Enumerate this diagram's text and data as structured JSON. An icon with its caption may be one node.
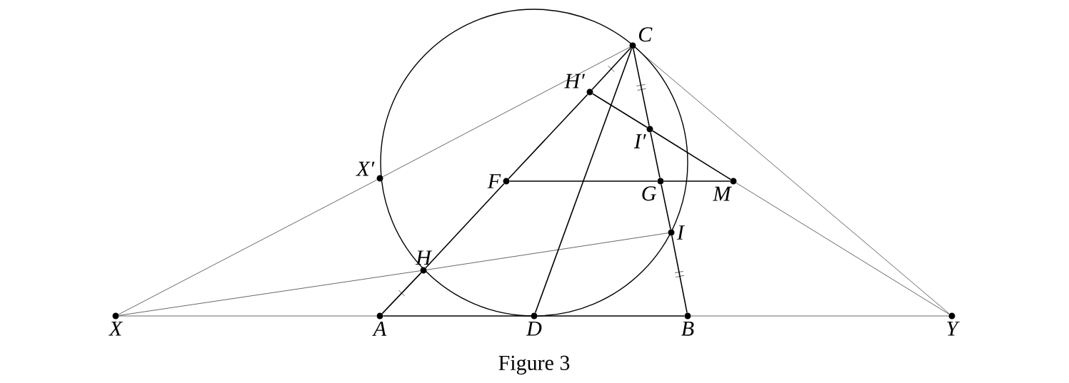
{
  "diagram": {
    "caption": "Figure 3",
    "nodes": [
      {
        "text": [
          "C"
        ]
      },
      {
        "text": [
          "H′"
        ]
      },
      {
        "text": [
          "I′"
        ]
      },
      {
        "text": [
          "X′"
        ]
      },
      {
        "text": [
          "F"
        ]
      },
      {
        "text": [
          "G"
        ]
      },
      {
        "text": [
          "M"
        ]
      },
      {
        "text": [
          "I"
        ]
      },
      {
        "text": [
          "H"
        ]
      },
      {
        "text": [
          "X"
        ]
      },
      {
        "text": [
          "A"
        ]
      },
      {
        "text": [
          "D"
        ]
      },
      {
        "text": [
          "B"
        ]
      },
      {
        "text": [
          "Y"
        ]
      }
    ],
    "edges": [
      {
        "from": 9,
        "to": 10,
        "arrow": "none"
      },
      {
        "from": 10,
        "to": 11,
        "arrow": "none"
      },
      {
        "from": 11,
        "to": 12,
        "arrow": "none"
      },
      {
        "from": 12,
        "to": 13,
        "arrow": "none"
      },
      {
        "from": 10,
        "to": 8,
        "arrow": "none"
      },
      {
        "from": 8,
        "to": 4,
        "arrow": "none"
      },
      {
        "from": 4,
        "to": 1,
        "arrow": "none"
      },
      {
        "from": 1,
        "to": 0,
        "arrow": "none"
      },
      {
        "from": 0,
        "to": 2,
        "arrow": "none"
      },
      {
        "from": 2,
        "to": 5,
        "arrow": "none"
      },
      {
        "from": 5,
        "to": 7,
        "arrow": "none"
      },
      {
        "from": 7,
        "to": 12,
        "arrow": "none"
      },
      {
        "from": 0,
        "to": 11,
        "arrow": "none"
      },
      {
        "from": 4,
        "to": 5,
        "arrow": "none"
      },
      {
        "from": 5,
        "to": 6,
        "arrow": "none"
      },
      {
        "from": 1,
        "to": 2,
        "arrow": "none"
      },
      {
        "from": 2,
        "to": 6,
        "arrow": "none"
      },
      {
        "from": 9,
        "to": 3,
        "arrow": "none"
      },
      {
        "from": 3,
        "to": 0,
        "arrow": "none"
      },
      {
        "from": 9,
        "to": 8,
        "arrow": "none"
      },
      {
        "from": 8,
        "to": 7,
        "arrow": "none"
      },
      {
        "from": 0,
        "to": 13,
        "arrow": "none"
      },
      {
        "from": 6,
        "to": 13,
        "arrow": "none"
      }
    ]
  }
}
